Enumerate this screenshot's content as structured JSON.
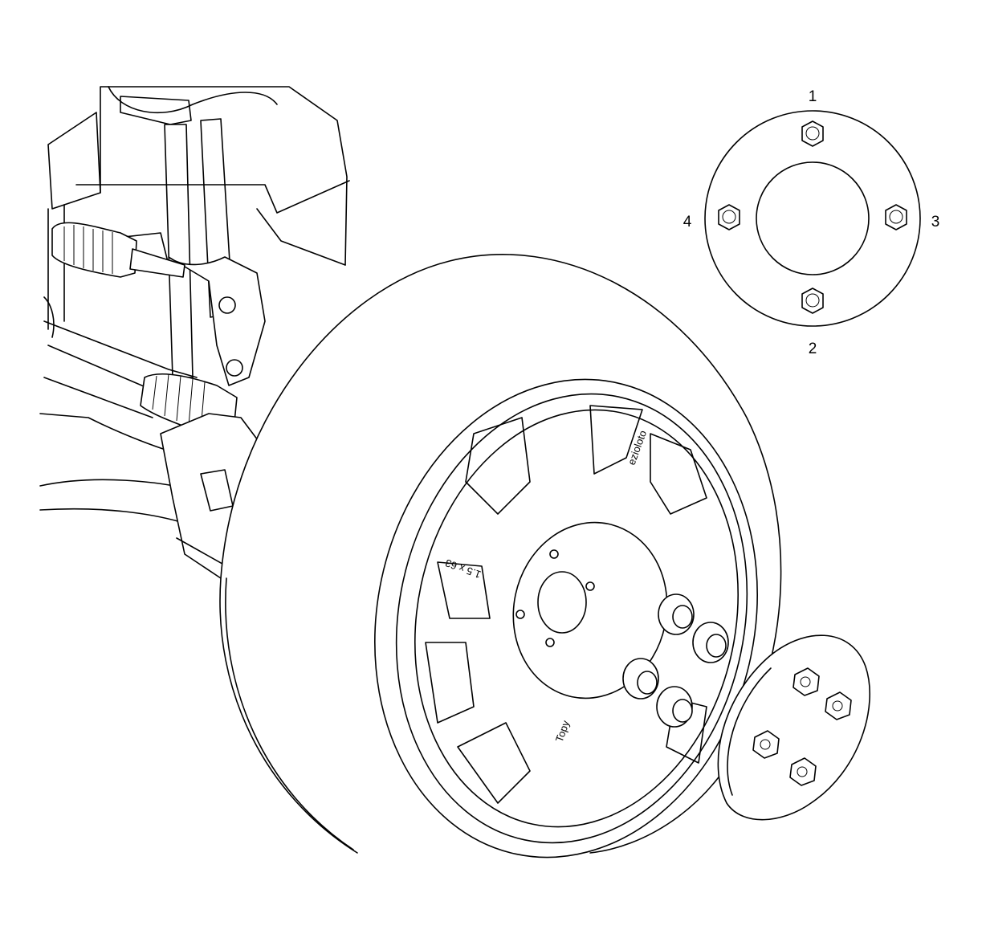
{
  "diagram": {
    "pattern_labels": [
      "1",
      "2",
      "3",
      "4"
    ],
    "rim_stamps": [
      "1.5 x 63",
      "Topy",
      "ezioloto"
    ],
    "icons": [
      "wheel-icon",
      "brake-rotor-icon",
      "suspension-strut-icon",
      "lug-nut-icon",
      "hub-cap-icon",
      "tightening-pattern-icon"
    ]
  }
}
